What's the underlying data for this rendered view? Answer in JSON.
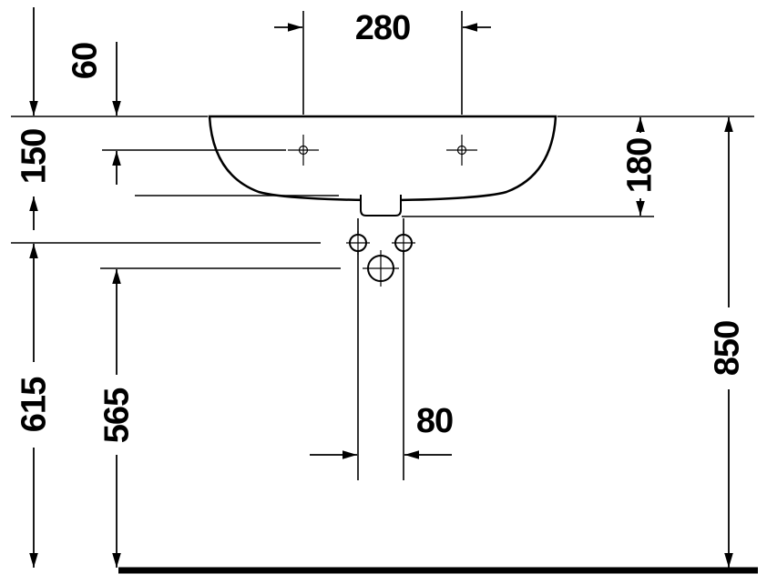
{
  "drawing": {
    "background": "#ffffff",
    "line_color": "#000000",
    "labels": {
      "tap_spacing": "280",
      "rim_to_taps": "60",
      "rim_to_front_edge": "150",
      "basin_height": "180",
      "fixing_height": "615",
      "drain_height": "565",
      "rim_height": "850",
      "outlet_width": "80"
    }
  }
}
